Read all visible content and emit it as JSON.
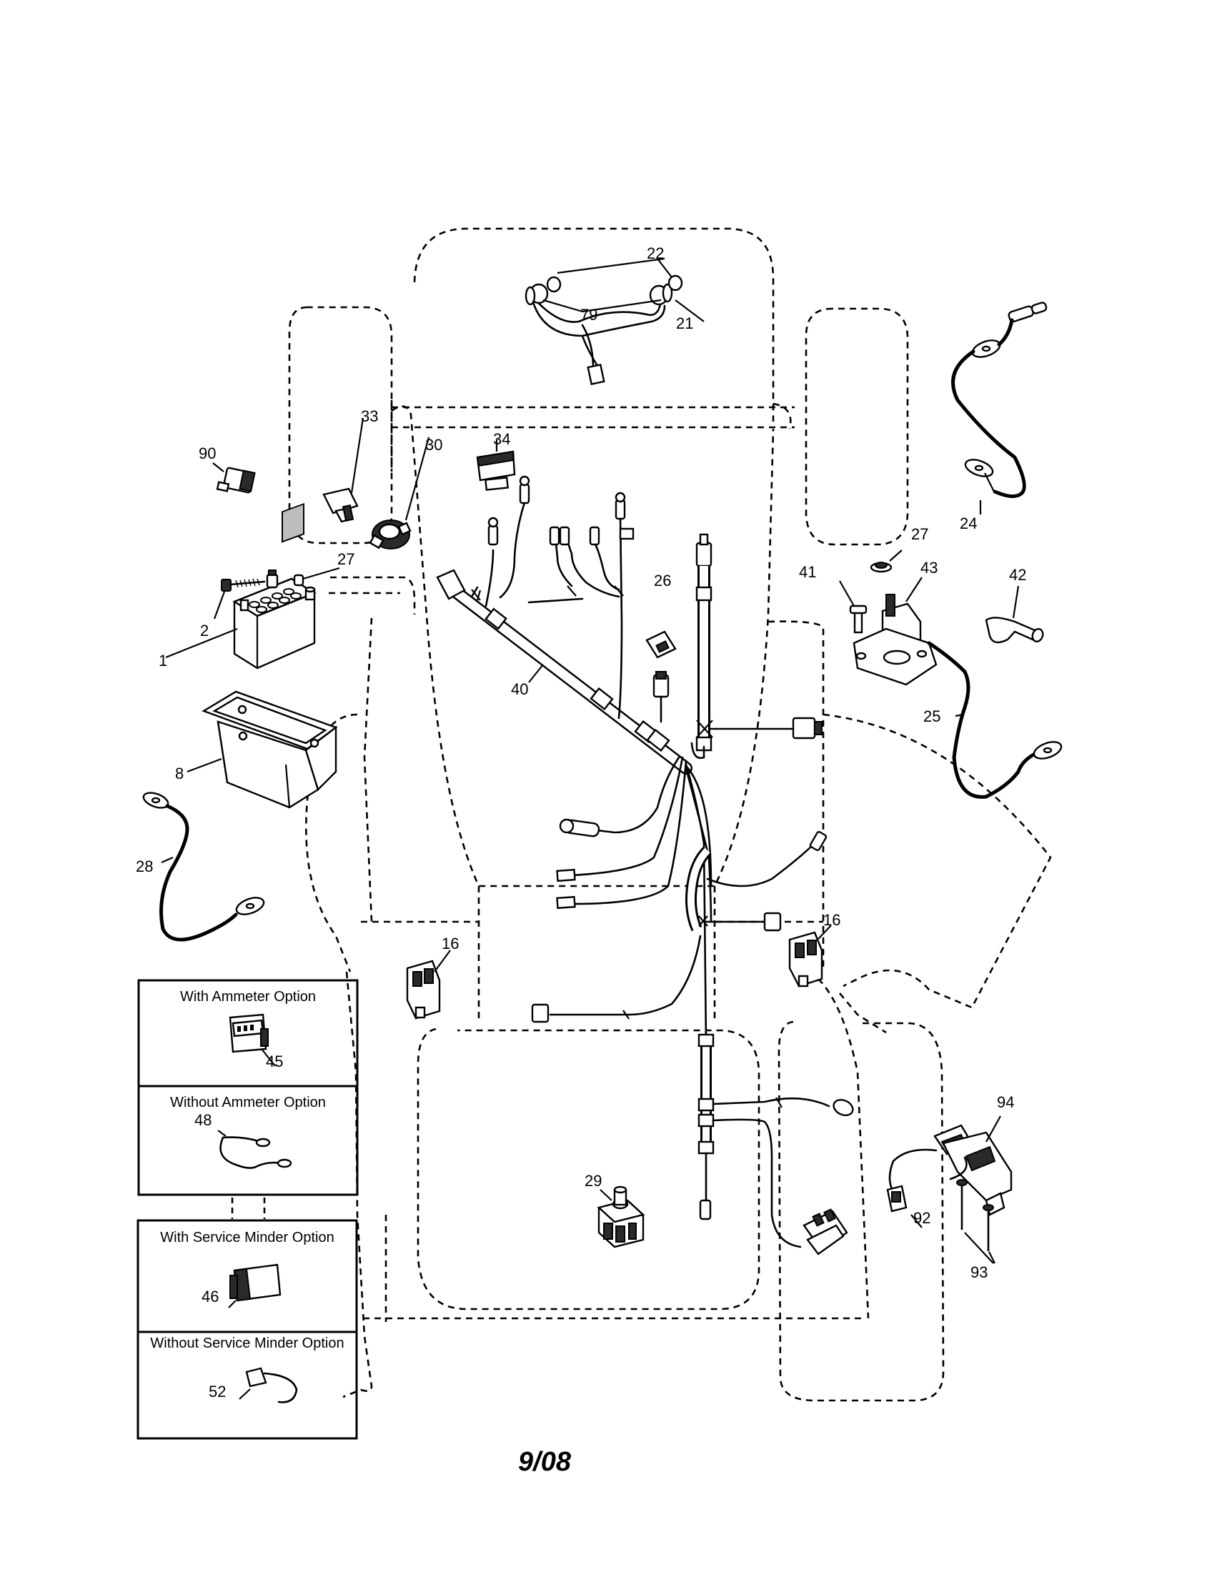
{
  "callouts": {
    "c1": "1",
    "c2": "2",
    "c8": "8",
    "c16a": "16",
    "c16b": "16",
    "c21": "21",
    "c22": "22",
    "c24": "24",
    "c25": "25",
    "c26": "26",
    "c27a": "27",
    "c27b": "27",
    "c28": "28",
    "c29": "29",
    "c30": "30",
    "c33": "33",
    "c34": "34",
    "c40": "40",
    "c41": "41",
    "c42": "42",
    "c43": "43",
    "c45": "45",
    "c46": "46",
    "c48": "48",
    "c52": "52",
    "c79": "79",
    "c90": "90",
    "c92": "92",
    "c93": "93",
    "c94": "94"
  },
  "option_boxes": {
    "ammeter": {
      "with": "With Ammeter Option",
      "without": "Without Ammeter Option"
    },
    "service_minder": {
      "with": "With Service Minder Option",
      "without": "Without Service Minder Option"
    }
  },
  "footer": {
    "date": "9/08"
  }
}
